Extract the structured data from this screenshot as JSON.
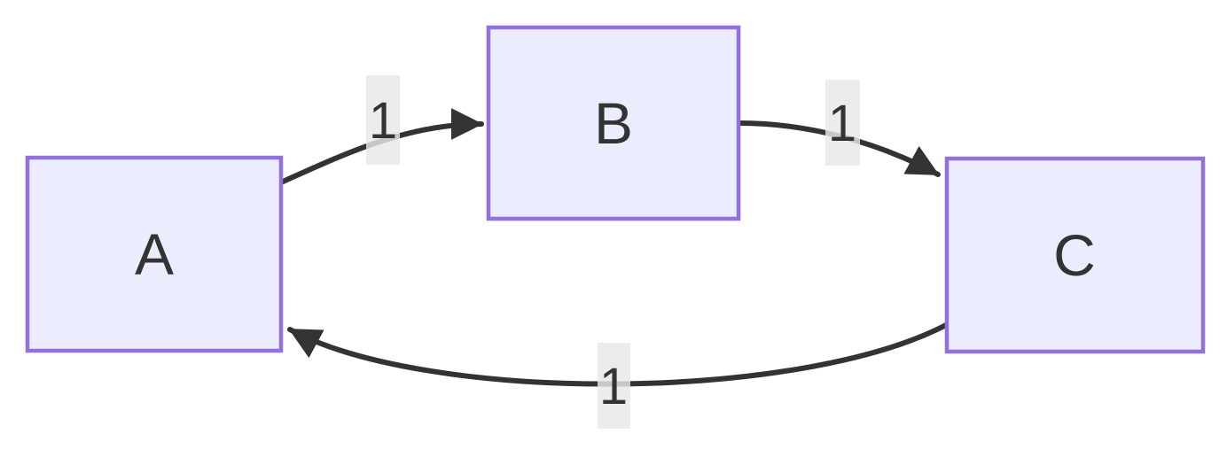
{
  "diagram": {
    "type": "flowchart",
    "orientation": "cyclic",
    "nodes": [
      {
        "id": "A",
        "label": "A"
      },
      {
        "id": "B",
        "label": "B"
      },
      {
        "id": "C",
        "label": "C"
      }
    ],
    "edges": [
      {
        "from": "A",
        "to": "B",
        "label": "1"
      },
      {
        "from": "B",
        "to": "C",
        "label": "1"
      },
      {
        "from": "C",
        "to": "A",
        "label": "1"
      }
    ],
    "colors": {
      "background": "#ffffff",
      "node_fill": "#ECECFF",
      "node_border": "#9370DB",
      "node_text": "#333333",
      "edge_stroke": "#333333",
      "edge_label_text": "#333333",
      "edge_label_background": "#e8e8e8"
    }
  }
}
